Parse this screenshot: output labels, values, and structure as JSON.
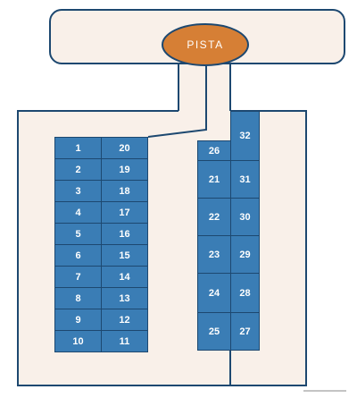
{
  "stage": {
    "label": "PISTA"
  },
  "colors": {
    "background": "#ffffff",
    "venue_fill": "#f9f0e9",
    "outline": "#1d4870",
    "stage_fill": "#d67f35",
    "seat_fill": "#3a7db5",
    "seat_text": "#ffffff"
  },
  "left_block": {
    "left_column": [
      "1",
      "2",
      "3",
      "4",
      "5",
      "6",
      "7",
      "8",
      "9",
      "10"
    ],
    "right_column": [
      "20",
      "19",
      "18",
      "17",
      "16",
      "15",
      "14",
      "13",
      "12",
      "11"
    ]
  },
  "right_block": {
    "top_seat": "32",
    "left_column": [
      "26",
      "21",
      "22",
      "23",
      "24",
      "25"
    ],
    "right_column": [
      "31",
      "30",
      "29",
      "28",
      "27"
    ]
  }
}
